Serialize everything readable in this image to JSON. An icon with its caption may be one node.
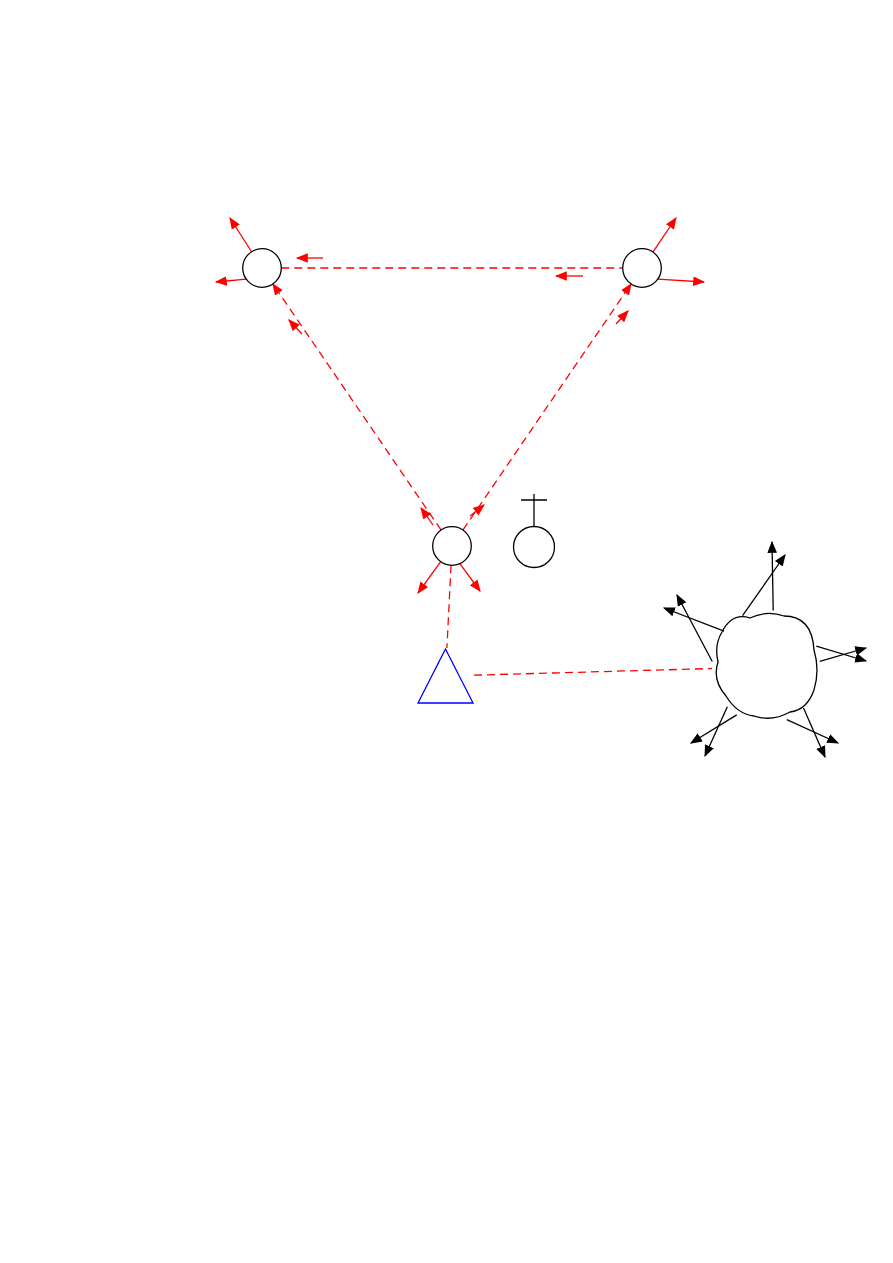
{
  "diagram": {
    "nodes": [
      {
        "text": [],
        "shape": "circle"
      },
      {
        "text": [],
        "shape": "circle"
      },
      {
        "text": [],
        "shape": "circle"
      },
      {
        "text": [],
        "shape": "circle"
      },
      {
        "text": [],
        "shape": "triangle"
      },
      {
        "text": [],
        "shape": "cloud"
      }
    ],
    "edges": [
      {
        "from": 0,
        "to": 1,
        "arrow": "none",
        "style": "dashed"
      },
      {
        "from": 2,
        "to": 0,
        "arrow": "to",
        "style": "dashed"
      },
      {
        "from": 2,
        "to": 1,
        "arrow": "to",
        "style": "dashed"
      },
      {
        "from": 2,
        "to": 4,
        "arrow": "none",
        "style": "dashed"
      },
      {
        "from": 4,
        "to": 5,
        "arrow": "none",
        "style": "dashed"
      },
      {
        "from": 0,
        "to": null,
        "arrow": "to"
      },
      {
        "from": 0,
        "to": null,
        "arrow": "to"
      },
      {
        "from": 1,
        "to": null,
        "arrow": "to"
      },
      {
        "from": 1,
        "to": null,
        "arrow": "to"
      },
      {
        "from": 2,
        "to": null,
        "arrow": "to"
      },
      {
        "from": 2,
        "to": null,
        "arrow": "to"
      },
      {
        "from": 5,
        "to": null,
        "arrow": "to",
        "color": "#000000"
      },
      {
        "from": 5,
        "to": null,
        "arrow": "to",
        "color": "#000000"
      },
      {
        "from": 5,
        "to": null,
        "arrow": "to",
        "color": "#000000"
      },
      {
        "from": 5,
        "to": null,
        "arrow": "to",
        "color": "#000000"
      },
      {
        "from": 5,
        "to": null,
        "arrow": "to",
        "color": "#000000"
      },
      {
        "from": 5,
        "to": null,
        "arrow": "to",
        "color": "#000000"
      },
      {
        "from": 5,
        "to": null,
        "arrow": "to",
        "color": "#000000"
      },
      {
        "from": 5,
        "to": null,
        "arrow": "to",
        "color": "#000000"
      },
      {
        "from": 5,
        "to": null,
        "arrow": "to",
        "color": "#000000"
      },
      {
        "from": 5,
        "to": null,
        "arrow": "to",
        "color": "#000000"
      }
    ]
  }
}
